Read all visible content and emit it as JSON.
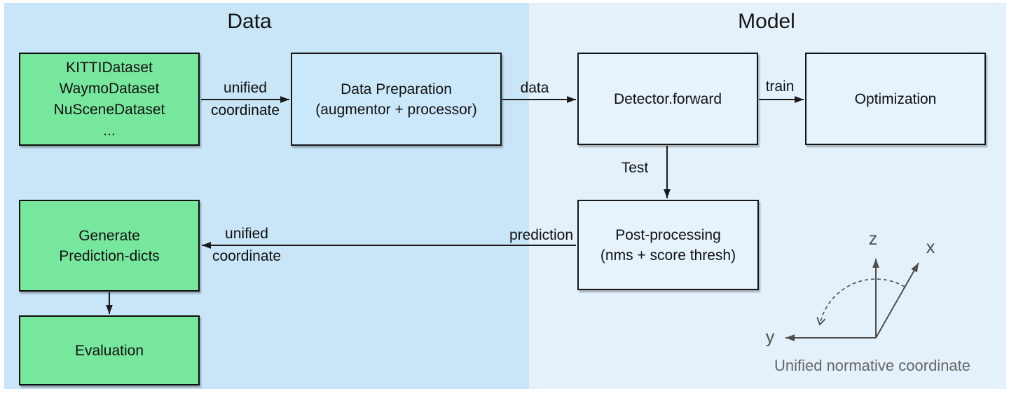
{
  "titles": {
    "data_section": "Data",
    "model_section": "Model"
  },
  "boxes": {
    "datasets": {
      "text": "KITTIDataset\nWaymoDataset\nNuSceneDataset\n..."
    },
    "data_preparation": {
      "text": "Data Preparation\n(augmentor + processor)"
    },
    "detector_forward": {
      "text": "Detector.forward"
    },
    "optimization": {
      "text": "Optimization"
    },
    "post_processing": {
      "text": "Post-processing\n(nms + score thresh)"
    },
    "generate_prediction_dicts": {
      "text": "Generate\nPrediction-dicts"
    },
    "evaluation": {
      "text": "Evaluation"
    }
  },
  "arrow_labels": {
    "unified_coordinate_top": {
      "line1": "unified",
      "line2": "coordinate"
    },
    "data": "data",
    "train": "train",
    "test": "Test",
    "prediction": "prediction",
    "unified_coordinate_bottom": {
      "line1": "unified",
      "line2": "coordinate"
    }
  },
  "axes": {
    "z_label": "z",
    "x_label": "x",
    "y_label": "y",
    "caption": "Unified normative coordinate"
  },
  "colors": {
    "data_panel_bg": "#c9e6f8",
    "model_panel_bg": "#e4f1fb",
    "green_box_fill": "#78e79e",
    "box_border": "#161616",
    "arrow_stroke": "#1a1a1a",
    "axes_stroke": "#4d4d4d",
    "caption_text": "#666666"
  }
}
